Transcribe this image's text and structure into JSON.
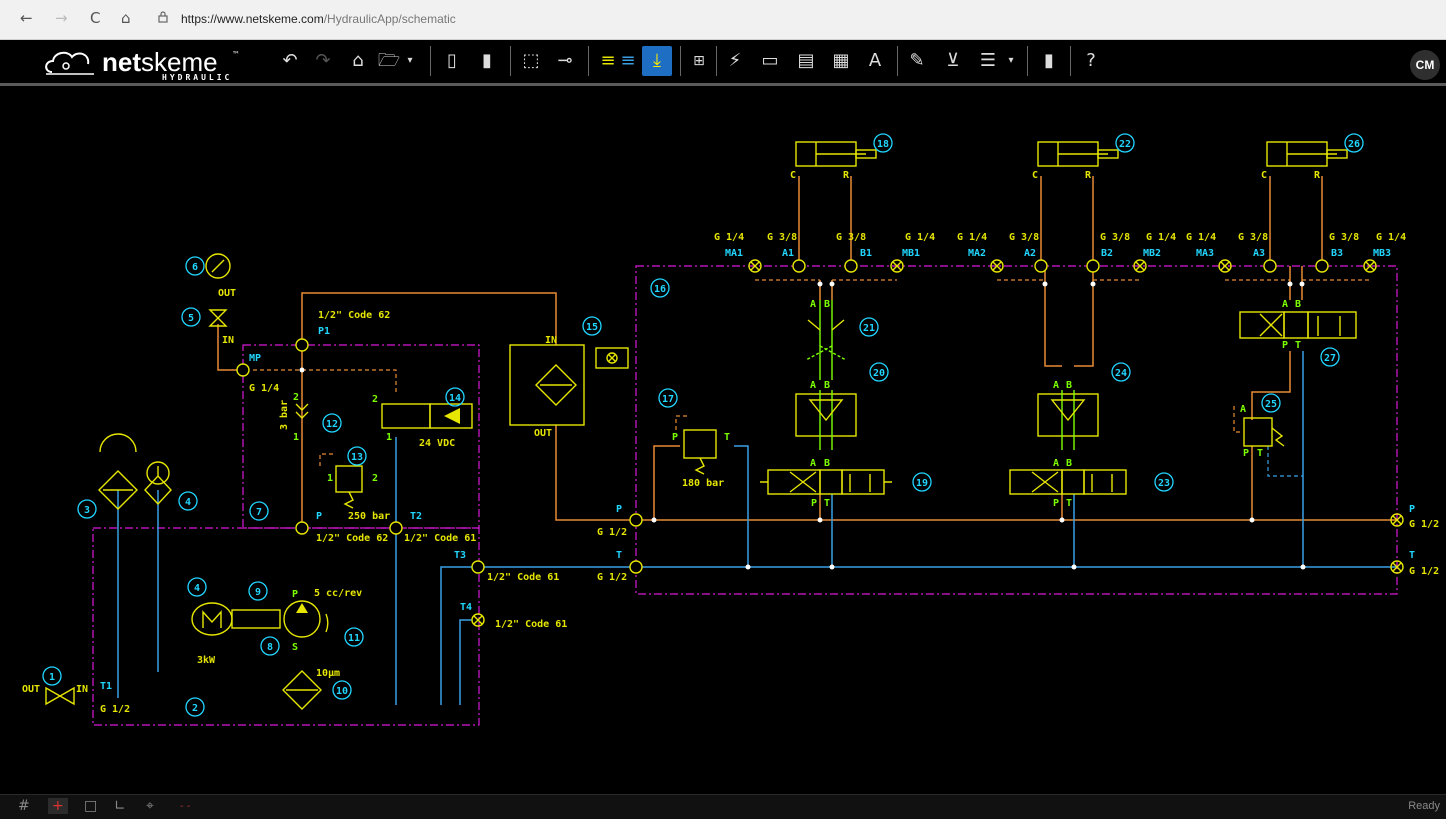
{
  "browser": {
    "back": "←",
    "forward": "→",
    "reload": "C",
    "home": "⌂",
    "url_host": "https://www.netskeme.com",
    "url_path": "/HydraulicApp/schematic"
  },
  "app": {
    "brand_prefix": "net",
    "brand_suffix": "skeme",
    "brand_tm": "™",
    "brand_sub": "HYDRAULIC",
    "user_initials": "CM",
    "toolbar": [
      "undo-icon",
      "redo-icon",
      "home-icon",
      "open-folder-icon",
      "dropdown-icon",
      "component-a-icon",
      "component-b-icon",
      "rectangle-select-icon",
      "connect-node-icon",
      "align-icon",
      "route-line-icon",
      "grid-icon",
      "flash-icon",
      "frame-icon",
      "title-block-icon",
      "table-icon",
      "text-icon",
      "edit-icon",
      "fill-icon",
      "line-style-icon",
      "export-icon",
      "help-icon"
    ],
    "toolbar_text_label": "A",
    "toolbar_help_label": "?"
  },
  "status": {
    "ready": "Ready"
  },
  "colors": {
    "yellow": "#e6e600",
    "green": "#7dff00",
    "cyan": "#21d6ff",
    "orange": "#e88b34",
    "blue": "#3aa0e6",
    "magenta": "#d81ad8",
    "white": "#ffffff",
    "toolbar_active": "#1e6fc4"
  },
  "schematic": {
    "components": {
      "c1": "1",
      "c2": "2",
      "c3": "3",
      "c4a": "4",
      "c4b": "4",
      "c5": "5",
      "c6": "6",
      "c7": "7",
      "c8": "8",
      "c9": "9",
      "c10": "10",
      "c11": "11",
      "c12": "12",
      "c13": "13",
      "c14": "14",
      "c15": "15",
      "c16": "16",
      "c17": "17",
      "c18": "18",
      "c19": "19",
      "c20": "20",
      "c21": "21",
      "c22": "22",
      "c23": "23",
      "c24": "24",
      "c25": "25",
      "c26": "26",
      "c27": "27"
    },
    "labels": {
      "out_1": "OUT",
      "in_1": "IN",
      "t1": "T1",
      "g12_t1": "G 1/2",
      "out_5": "OUT",
      "in_5": "IN",
      "mp": "MP",
      "g14_mp": "G 1/4",
      "code62_top": "1/2\" Code 62",
      "p1": "P1",
      "bar3": "3 bar",
      "n2_12": "2",
      "n1_12": "1",
      "n2_14": "2",
      "n1_14": "1",
      "vdc24": "24 VDC",
      "n1_13": "1",
      "n2_13": "2",
      "bar250": "250 bar",
      "p_block": "P",
      "t2": "T2",
      "code62_bot": "1/2\" Code 62",
      "code61_t2": "1/2\" Code 61",
      "t3": "T3",
      "code61_t3": "1/2\" Code 61",
      "t4": "T4",
      "code61_t4": "1/2\" Code 61",
      "p_pump": "P",
      "s_pump": "S",
      "cc_rev": "5 cc/rev",
      "kw3": "3kW",
      "um10": "10µm",
      "in_15": "IN",
      "out_15": "OUT",
      "p_left": "P",
      "g12_p_left": "G 1/2",
      "t_left": "T",
      "g12_t_left": "G 1/2",
      "p_right": "P",
      "g12_p_right": "G 1/2",
      "t_right": "T",
      "g12_t_right": "G 1/2",
      "p_17": "P",
      "t_17": "T",
      "bar180": "180 bar",
      "g14_ma1": "G 1/4",
      "g38_a1": "G 3/8",
      "g38_b1": "G 3/8",
      "g14_mb1": "G 1/4",
      "ma1": "MA1",
      "a1": "A1",
      "b1": "B1",
      "mb1": "MB1",
      "g14_ma2": "G 1/4",
      "g38_a2": "G 3/8",
      "g38_b2": "G 3/8",
      "g14_mb2": "G 1/4",
      "ma2": "MA2",
      "a2": "A2",
      "b2": "B2",
      "mb2": "MB2",
      "g14_ma3": "G 1/4",
      "g38_a3": "G 3/8",
      "g38_b3": "G 3/8",
      "g14_mb3": "G 1/4",
      "ma3": "MA3",
      "a3": "A3",
      "b3": "B3",
      "mb3": "MB3",
      "c_18": "C",
      "r_18": "R",
      "c_22": "C",
      "r_22": "R",
      "c_26": "C",
      "r_26": "R",
      "a_21": "A",
      "b_21": "B",
      "a_20": "A",
      "b_20": "B",
      "a_19": "A",
      "b_19": "B",
      "p_19": "P",
      "t_19": "T",
      "a_24": "A",
      "b_24": "B",
      "a_23": "A",
      "b_23": "B",
      "p_23": "P",
      "t_23": "T",
      "a_27": "A",
      "b_27": "B",
      "p_27": "P",
      "t_27": "T",
      "a_25": "A",
      "p_25": "P",
      "t_25": "T"
    }
  }
}
